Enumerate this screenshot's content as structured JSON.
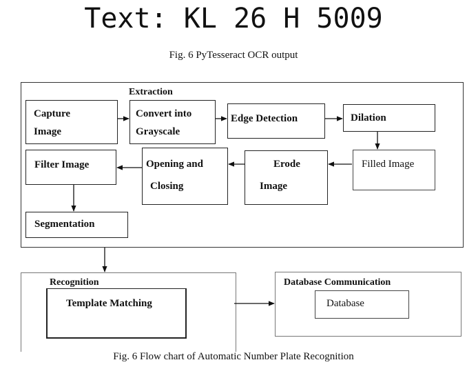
{
  "ocr_output": "Text: KL 26 H 5009",
  "fig_top_caption": "Fig. 6  PyTesseract OCR output",
  "extraction": {
    "label": "Extraction",
    "capture_line1": "Capture",
    "capture_line2": "Image",
    "grayscale_line1": "Convert into",
    "grayscale_line2": "Grayscale",
    "edge_detection": "Edge Detection",
    "dilation": "Dilation",
    "filled_image": "Filled Image",
    "erode_line1": "Erode",
    "erode_line2": "Image",
    "opening_line1": "Opening and",
    "opening_line2": "Closing",
    "filter_image": "Filter Image",
    "segmentation": "Segmentation"
  },
  "recognition": {
    "label": "Recognition",
    "template_matching": "Template Matching"
  },
  "database_comm": {
    "label": "Database Communication",
    "database": "Database"
  },
  "fig_bottom_caption": "Fig. 6  Flow chart of Automatic Number Plate Recognition"
}
